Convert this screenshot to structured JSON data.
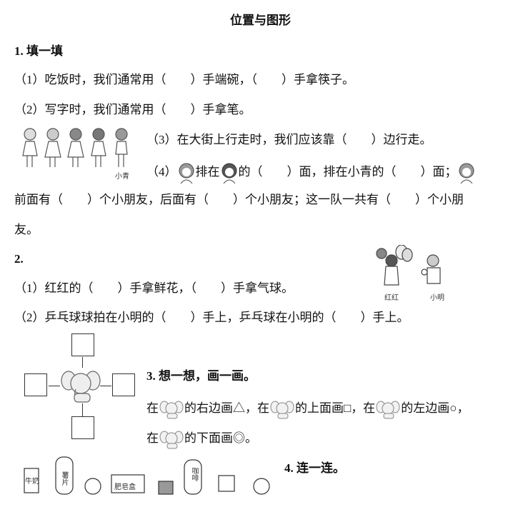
{
  "title": "位置与图形",
  "s1": {
    "heading": "1. 填一填",
    "q1": "（1）吃饭时，我们通常用（　　）手端碗，（　　）手拿筷子。",
    "q2": "（2）写字时，我们通常用（　　）手拿笔。",
    "q3": "（3）在大街上行走时，我们应该靠（　　）边行走。",
    "q4_a": "（4）",
    "q4_b": "排在",
    "q4_c": "的（　　）面，排在小青的（　　）面；",
    "q4_line2": "前面有（　　）个小朋友，后面有（　　）个小朋友；这一队一共有（　　）个小朋",
    "q4_line3": "友。",
    "girl_label": "小青"
  },
  "s2": {
    "heading": "2.",
    "q1": "（1）红红的（　　）手拿鲜花，（　　）手拿气球。",
    "q2": "（2）乒乓球球拍在小明的（　　）手上，乒乓球在小明的（　　）手上。",
    "label_honghong": "红红",
    "label_xiaoming": "小明"
  },
  "s3": {
    "heading": "3. 想一想，画一画。",
    "p1": "在",
    "p2": "的右边画△，在",
    "p3": "的上面画□，在",
    "p4": "的左边画○，",
    "p5": "在",
    "p6": "的下面画◎。"
  },
  "s4": {
    "heading": "4. 连一连。",
    "items": [
      "牛奶",
      "薯片",
      "肥皂盒",
      "咖啡"
    ]
  }
}
